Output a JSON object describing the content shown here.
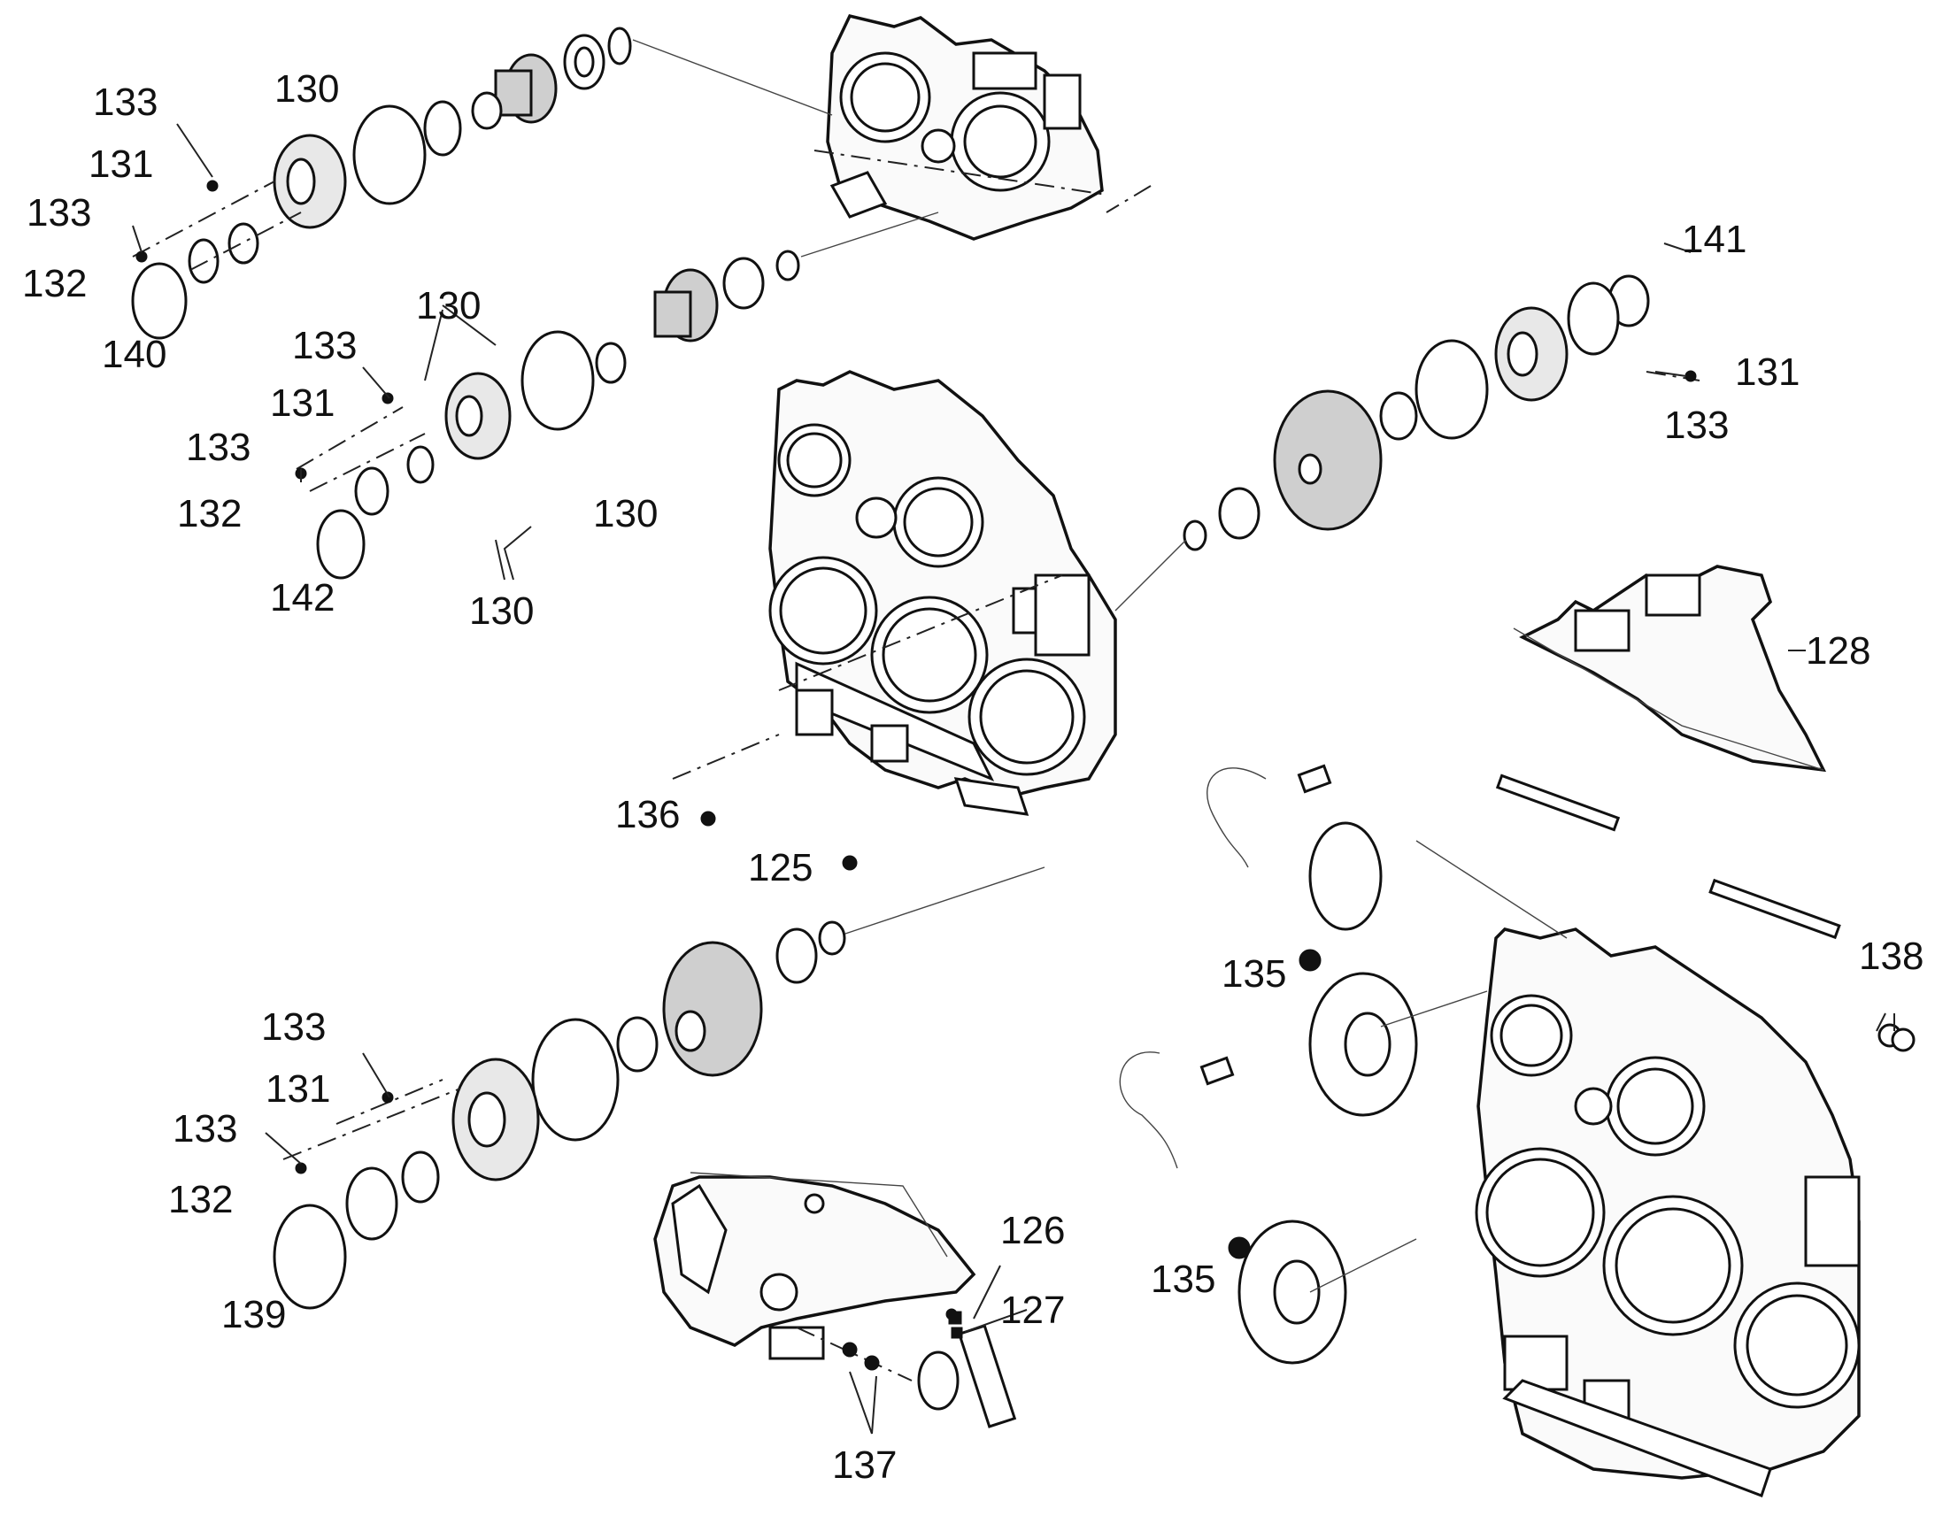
{
  "callouts": [
    {
      "id": "c130a",
      "text": "130"
    },
    {
      "id": "c133a",
      "text": "133"
    },
    {
      "id": "c131a",
      "text": "131"
    },
    {
      "id": "c133b",
      "text": "133"
    },
    {
      "id": "c132a",
      "text": "132"
    },
    {
      "id": "c140",
      "text": "140"
    },
    {
      "id": "c130b",
      "text": "130"
    },
    {
      "id": "c133c",
      "text": "133"
    },
    {
      "id": "c131b",
      "text": "131"
    },
    {
      "id": "c133d",
      "text": "133"
    },
    {
      "id": "c132b",
      "text": "132"
    },
    {
      "id": "c130c",
      "text": "130"
    },
    {
      "id": "c142",
      "text": "142"
    },
    {
      "id": "c130d",
      "text": "130"
    },
    {
      "id": "c141",
      "text": "141"
    },
    {
      "id": "c131c",
      "text": "131"
    },
    {
      "id": "c133e",
      "text": "133"
    },
    {
      "id": "c128",
      "text": "128"
    },
    {
      "id": "c136",
      "text": "136"
    },
    {
      "id": "c125",
      "text": "125"
    },
    {
      "id": "c135a",
      "text": "135"
    },
    {
      "id": "c138",
      "text": "138"
    },
    {
      "id": "c133f",
      "text": "133"
    },
    {
      "id": "c131d",
      "text": "131"
    },
    {
      "id": "c133g",
      "text": "133"
    },
    {
      "id": "c132c",
      "text": "132"
    },
    {
      "id": "c139",
      "text": "139"
    },
    {
      "id": "c126",
      "text": "126"
    },
    {
      "id": "c127",
      "text": "127"
    },
    {
      "id": "c135b",
      "text": "135"
    },
    {
      "id": "c137",
      "text": "137"
    }
  ]
}
